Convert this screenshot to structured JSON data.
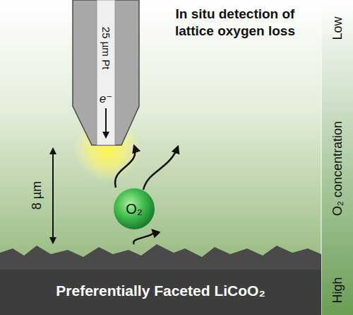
{
  "diagram": {
    "title": "In situ detection of lattice oxygen loss",
    "nodes": [
      {
        "text": [
          "25 µm Pt",
          "e⁻"
        ]
      },
      {
        "text": [
          "O₂"
        ]
      },
      {
        "text": [
          "Preferentially Faceted LiCoO₂"
        ]
      }
    ],
    "edges": [
      {
        "from": 1,
        "to": 0,
        "arrow": "to"
      },
      {
        "from": 2,
        "to": 1,
        "arrow": "to"
      }
    ],
    "labels": [
      "8 µm",
      "Low",
      "O₂ concentration",
      "High"
    ]
  }
}
